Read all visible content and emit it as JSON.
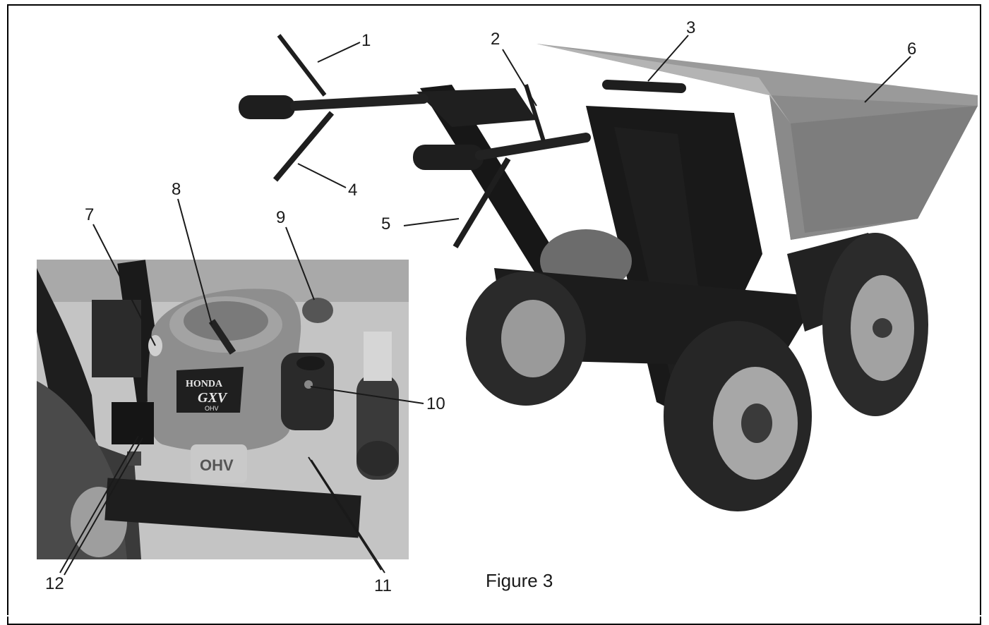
{
  "figure": {
    "caption": "Figure 3",
    "callouts": [
      "1",
      "2",
      "3",
      "4",
      "5",
      "6",
      "7",
      "8",
      "9",
      "10",
      "11",
      "12"
    ]
  },
  "inset": {
    "engine_badge": {
      "brand": "HONDA",
      "model": "GXV",
      "sub": "OHV"
    },
    "valve_cover_text": "OHV"
  },
  "colors": {
    "ink": "#1a1a1a",
    "frame_black": "#111111",
    "hopper_gray": "#8a8a8a",
    "tire_dark": "#2a2a2a",
    "rim_gray": "#9a9a9a",
    "photo_bg": "#bdbdbd"
  }
}
